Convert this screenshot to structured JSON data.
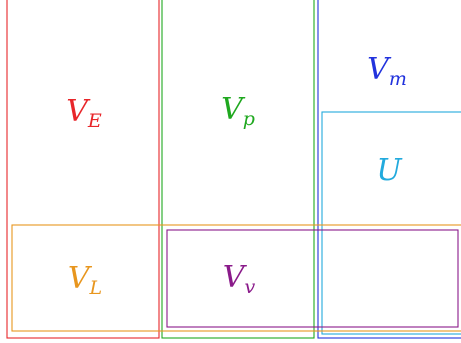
{
  "regions": {
    "VE": {
      "base": "V",
      "sub": "E",
      "color": "#e8262a"
    },
    "Vp": {
      "base": "V",
      "sub": "p",
      "color": "#1fa81f"
    },
    "Vm": {
      "base": "V",
      "sub": "m",
      "color": "#2233dd"
    },
    "U": {
      "base": "U",
      "sub": "",
      "color": "#22aadd"
    },
    "VL": {
      "base": "V",
      "sub": "L",
      "color": "#e8961e"
    },
    "Vv": {
      "base": "V",
      "sub": "v",
      "color": "#8a1a8a"
    }
  }
}
